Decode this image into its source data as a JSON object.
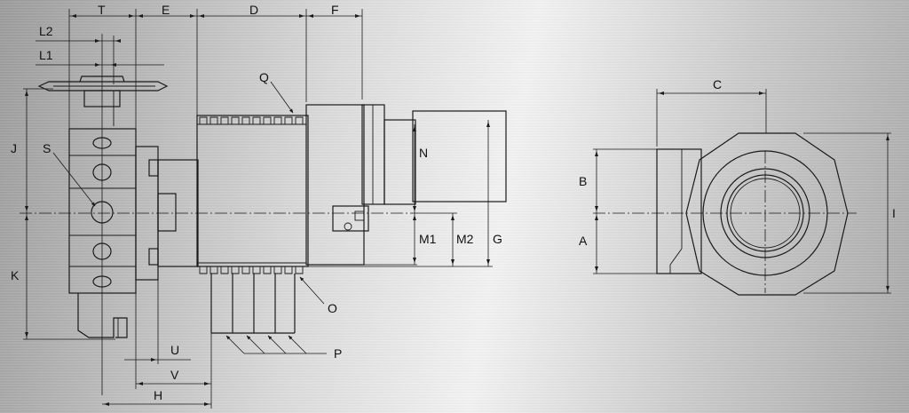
{
  "diagram": {
    "labels": {
      "T": "T",
      "E": "E",
      "D": "D",
      "F": "F",
      "L2": "L2",
      "L1": "L1",
      "Q": "Q",
      "J": "J",
      "S": "S",
      "N": "N",
      "M1": "M1",
      "M2": "M2",
      "G": "G",
      "K": "K",
      "O": "O",
      "P": "P",
      "U": "U",
      "V": "V",
      "H": "H",
      "C": "C",
      "B": "B",
      "A": "A",
      "I": "I"
    }
  }
}
